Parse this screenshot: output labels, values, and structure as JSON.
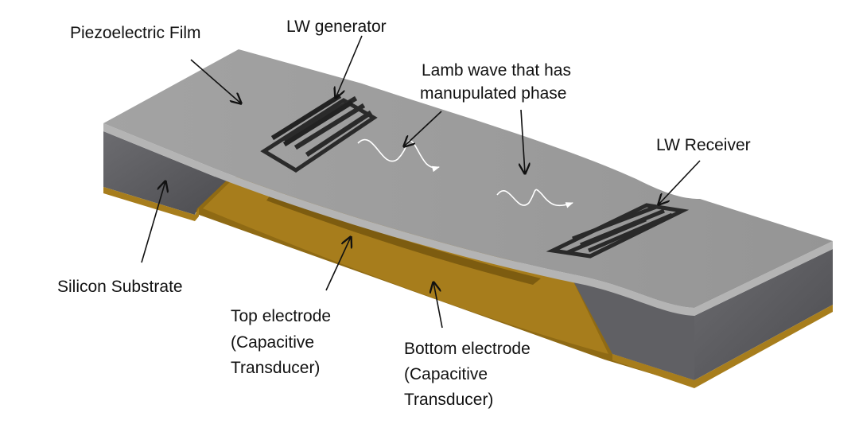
{
  "labels": {
    "piezo_film": "Piezoelectric Film",
    "lw_generator": "LW generator",
    "lamb_wave_line1": "Lamb wave that has",
    "lamb_wave_line2": "manupulated phase",
    "lw_receiver": "LW Receiver",
    "silicon_substrate": "Silicon Substrate",
    "top_electrode_line1": "Top electrode",
    "top_electrode_line2": "(Capacitive",
    "top_electrode_line3": "Transducer)",
    "bottom_electrode_line1": "Bottom electrode",
    "bottom_electrode_line2": "(Capacitive",
    "bottom_electrode_line3": "Transducer)"
  },
  "colors": {
    "film": "#9a9a9a",
    "substrate": "#5f5f63",
    "electrode": "#a77d1c",
    "idt": "#2a2a2a"
  }
}
